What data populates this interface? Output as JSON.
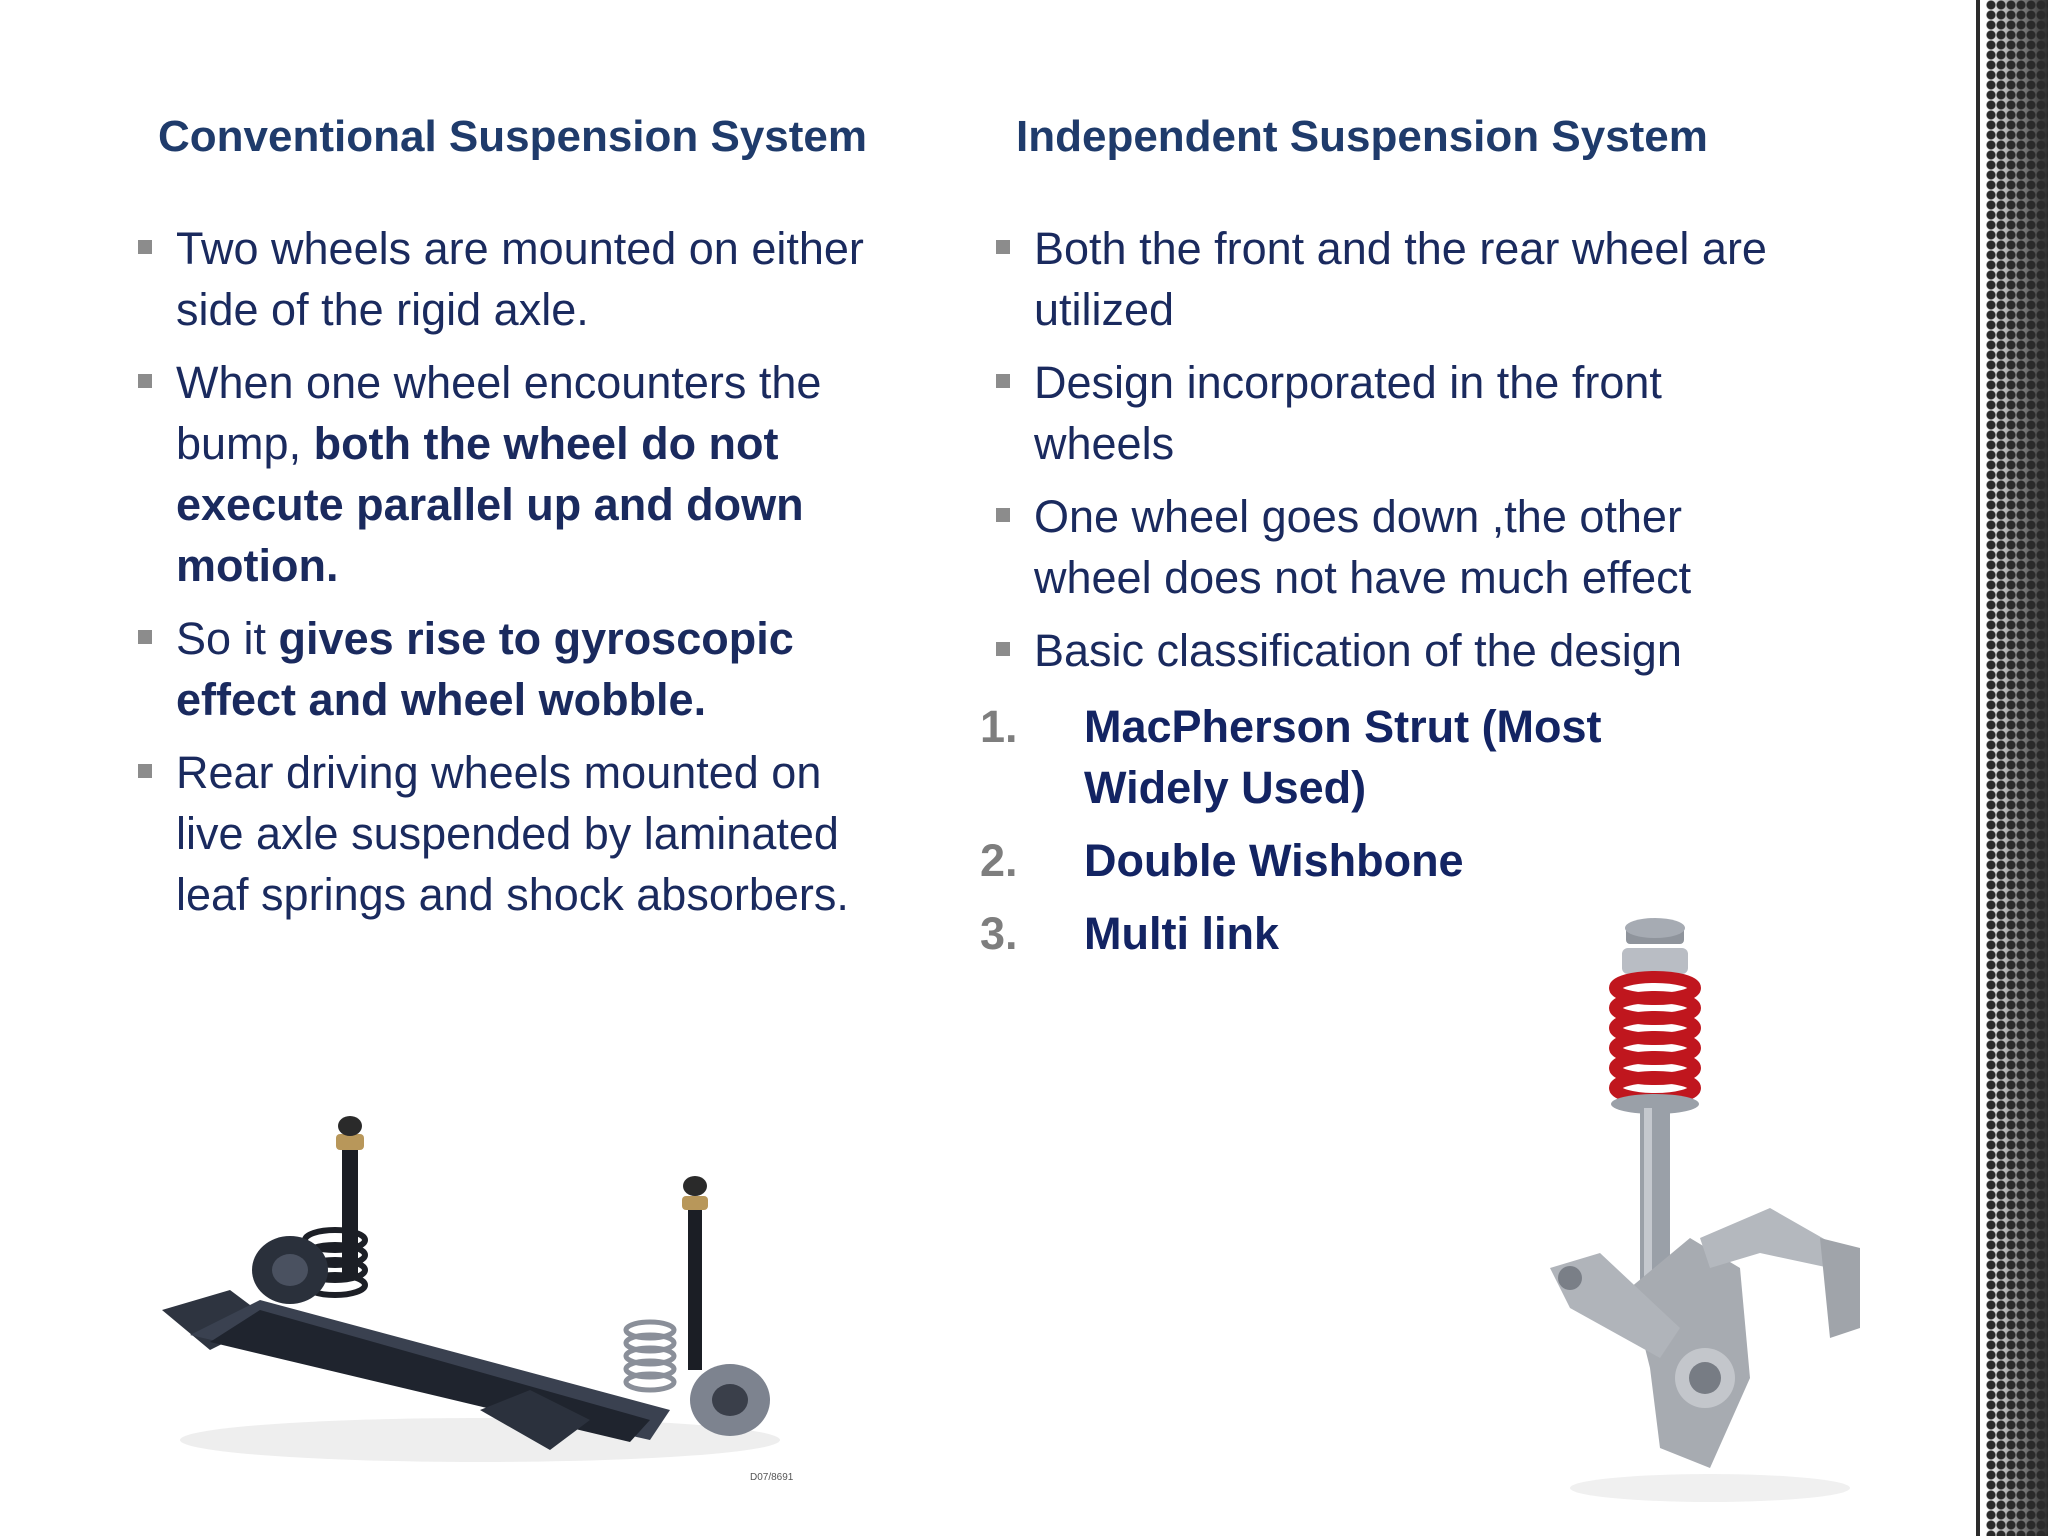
{
  "left": {
    "heading": "Conventional Suspension System",
    "bullets": [
      {
        "text": "Two wheels are mounted on either side of the rigid axle."
      },
      {
        "pre": "When one wheel encounters the bump, ",
        "bold": "both the wheel do not execute parallel up and down motion."
      },
      {
        "pre": "So it ",
        "bold": "gives rise to gyroscopic effect and wheel wobble."
      },
      {
        "text": "Rear driving wheels mounted on live axle suspended by laminated leaf springs and shock absorbers."
      }
    ],
    "image_caption": "D07/8691"
  },
  "right": {
    "heading": "Independent Suspension System",
    "bullets": [
      {
        "text": "Both the front and the rear wheel are utilized"
      },
      {
        "text": "Design incorporated in the front wheels"
      },
      {
        "text": "One wheel goes down ,the other wheel does not have much effect"
      },
      {
        "text": "Basic classification of the design"
      }
    ],
    "numbered": [
      {
        "num": "1.",
        "text": "MacPherson Strut (Most Widely Used)"
      },
      {
        "num": "2.",
        "text": "Double Wishbone"
      },
      {
        "num": "3.",
        "text": "Multi link"
      }
    ]
  },
  "colors": {
    "heading": "#1f3b6b",
    "body_text": "#1a2a5e",
    "bullet": "#8c8c8c",
    "number": "#7e7e7e",
    "spring_red": "#c0161e"
  }
}
